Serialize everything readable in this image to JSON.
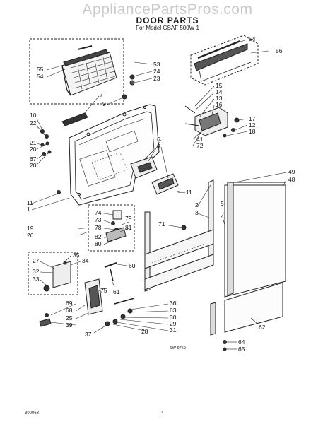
{
  "watermark": "AppliancePartsPros.com",
  "title": "DOOR PARTS",
  "subtitle": "For Model GSAF 500W 1",
  "drawing_number": "SW-9759",
  "footer_left": "300068",
  "footer_page": "4",
  "callouts": {
    "c55": "55",
    "c54a": "54",
    "c53": "53",
    "c24": "24",
    "c23": "23",
    "c54b": "54",
    "c56": "56",
    "c9": "9",
    "c7": "7",
    "c10": "10",
    "c22": "22",
    "c21": "21",
    "c20a": "20",
    "c67": "67",
    "c20b": "20",
    "c15": "15",
    "c14": "14",
    "c13": "13",
    "c16": "16",
    "c17": "17",
    "c12": "12",
    "c18": "18",
    "c41": "41",
    "c72": "72",
    "c6": "6",
    "c8": "8",
    "c11a": "11",
    "c11b": "11",
    "c1": "1",
    "c49": "49",
    "c48": "48",
    "c2": "2",
    "c3": "3",
    "c5": "5",
    "c4": "4",
    "c71": "71",
    "c74": "74",
    "c73": "73",
    "c78": "78",
    "c79": "79",
    "c81": "81",
    "c82": "82",
    "c80": "80",
    "c19": "19",
    "c26": "26",
    "c27": "27",
    "c35": "35",
    "c34": "34",
    "c32": "32",
    "c33": "33",
    "c60": "60",
    "c61": "61",
    "c75": "75",
    "c69": "69",
    "c68": "68",
    "c25": "25",
    "c39": "39",
    "c37": "37",
    "c36": "36",
    "c63": "63",
    "c30": "30",
    "c29": "29",
    "c31": "31",
    "c28": "28",
    "c62": "62",
    "c64": "64",
    "c65": "65"
  }
}
